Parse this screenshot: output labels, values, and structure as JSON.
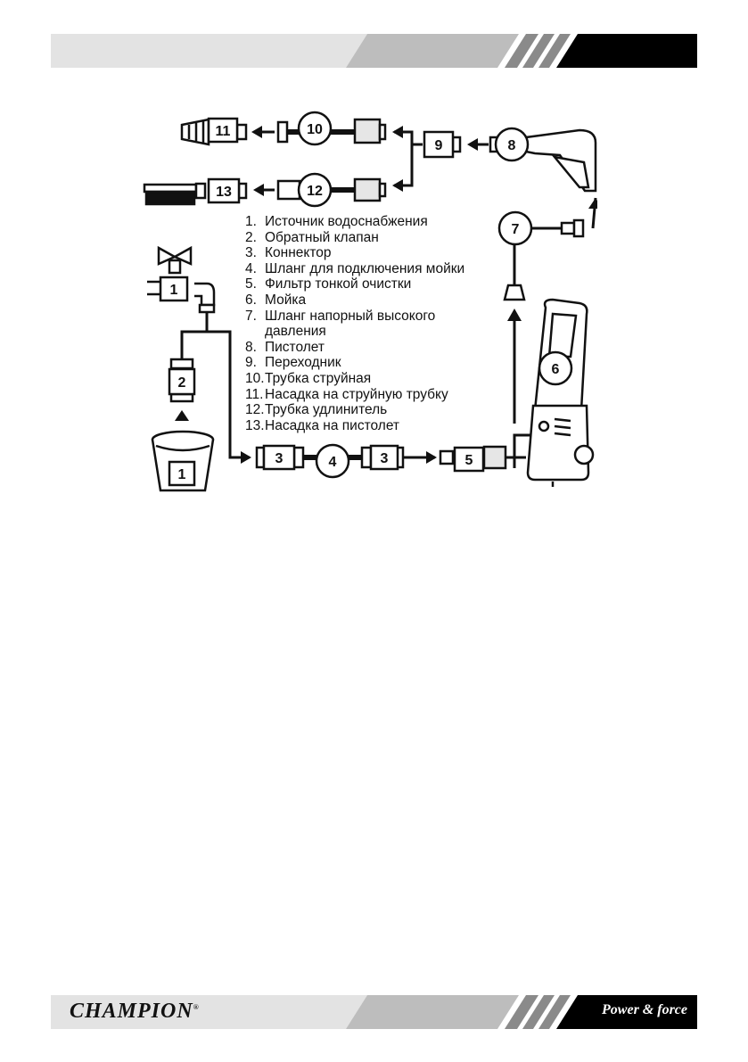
{
  "brand": {
    "logo_text": "CHAMPION",
    "slogan": "Power & force"
  },
  "diagram": {
    "node_labels": {
      "n1_tap": "1",
      "n1_bucket": "1",
      "n2": "2",
      "n3a": "3",
      "n3b": "3",
      "n4": "4",
      "n5": "5",
      "n6": "6",
      "n7": "7",
      "n8": "8",
      "n9": "9",
      "n10": "10",
      "n11": "11",
      "n12": "12",
      "n13": "13"
    },
    "legend": [
      {
        "num": "1.",
        "text": "Источник водоснабжения"
      },
      {
        "num": "2.",
        "text": "Обратный клапан"
      },
      {
        "num": "3.",
        "text": "Коннектор"
      },
      {
        "num": "4.",
        "text": "Шланг для подключения мойки"
      },
      {
        "num": "5.",
        "text": "Фильтр тонкой очистки"
      },
      {
        "num": "6.",
        "text": "Мойка"
      },
      {
        "num": "7.",
        "text": "Шланг напорный высокого",
        "cont": "давления"
      },
      {
        "num": "8.",
        "text": "Пистолет"
      },
      {
        "num": "9.",
        "text": "Переходник"
      },
      {
        "num": "10.",
        "text": "Трубка струйная"
      },
      {
        "num": "11.",
        "text": "Насадка на струйную трубку"
      },
      {
        "num": "12.",
        "text": "Трубка удлинитель"
      },
      {
        "num": "13.",
        "text": "Насадка на пистолет"
      }
    ]
  }
}
